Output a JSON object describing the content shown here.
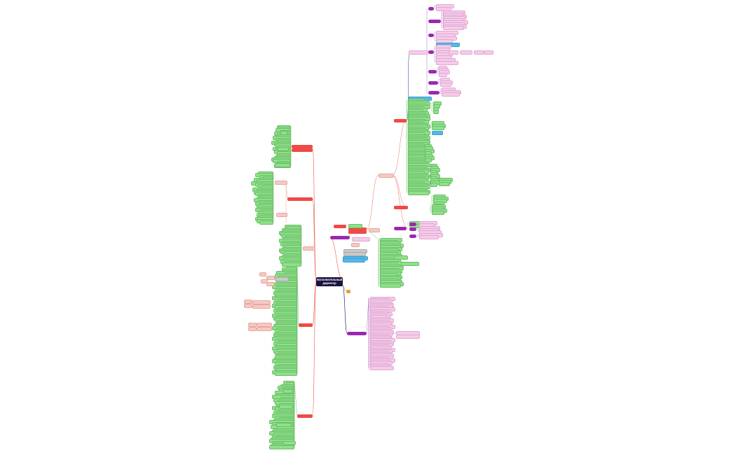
{
  "root": {
    "title": "Исполнительный директор"
  },
  "colors": {
    "root_bg": "#1a1440",
    "branch_red": "#ef4a46",
    "branch_purple": "#9b27b0",
    "leaf_green": "#8ee08a",
    "leaf_pink": "#f5cce8",
    "leaf_salmon": "#f6c9c3",
    "leaf_blue": "#55b8ea",
    "line_red": "#ef6b66",
    "line_navy": "#2a2f7a"
  },
  "branches": {
    "left": [
      {
        "id": "l1",
        "color": "red"
      },
      {
        "id": "l2",
        "color": "red"
      },
      {
        "id": "l3",
        "color": "salmon"
      },
      {
        "id": "l4",
        "color": "red"
      },
      {
        "id": "l5",
        "color": "red"
      }
    ],
    "right": [
      {
        "id": "r1",
        "color": "purple"
      },
      {
        "id": "r2",
        "color": "red"
      },
      {
        "id": "r3",
        "color": "orange"
      },
      {
        "id": "r4",
        "color": "purple"
      }
    ]
  }
}
